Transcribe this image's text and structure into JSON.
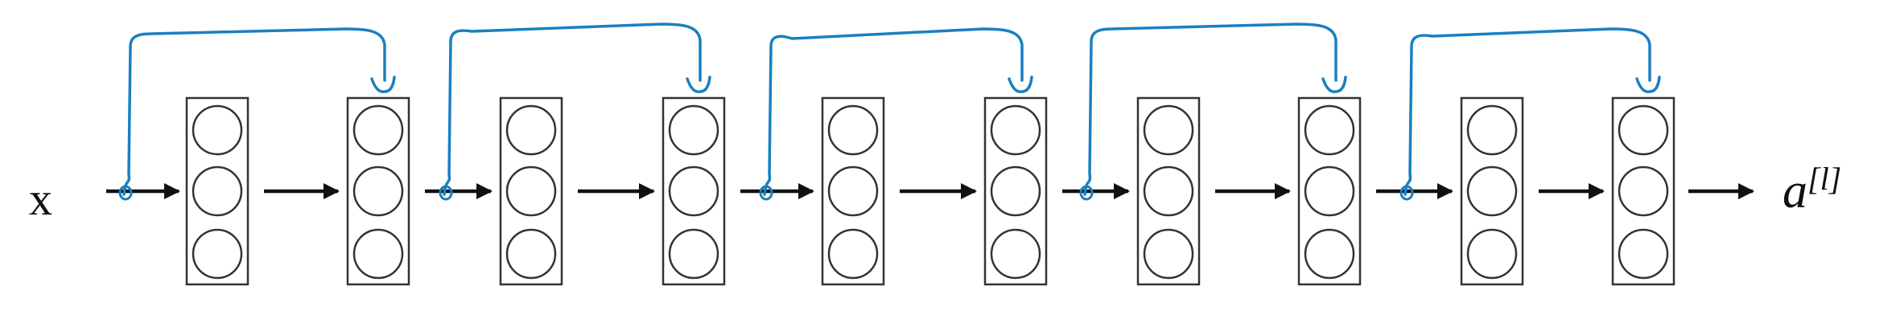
{
  "diagram": {
    "input_label": "x",
    "output_label_base": "a",
    "output_label_superscript": "[l]",
    "layers_count": 10,
    "neurons_per_layer": 3,
    "skip_connections": [
      {
        "from_before_layer": 1,
        "to_layer": 2
      },
      {
        "from_before_layer": 3,
        "to_layer": 4
      },
      {
        "from_before_layer": 5,
        "to_layer": 6
      },
      {
        "from_before_layer": 7,
        "to_layer": 8
      },
      {
        "from_before_layer": 9,
        "to_layer": 10
      }
    ]
  },
  "colors": {
    "skip_connection": "#1a7fc1",
    "box_stroke": "#333333",
    "arrow": "#111111",
    "text": "#111111"
  }
}
